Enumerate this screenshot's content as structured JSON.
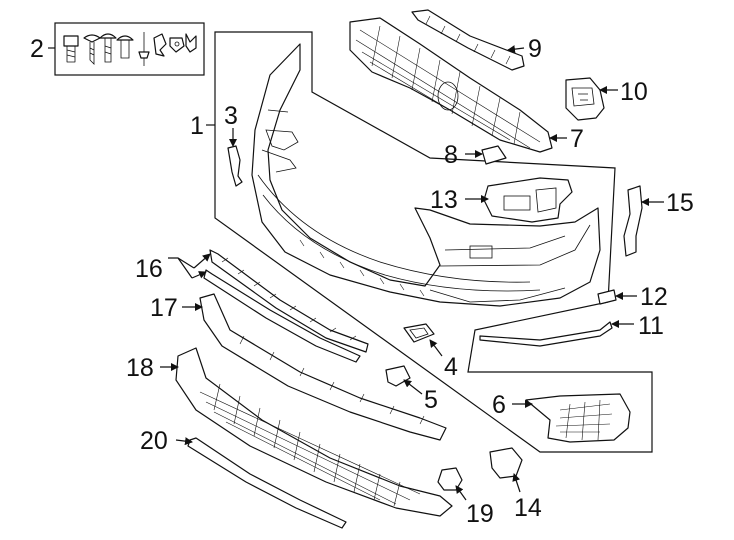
{
  "diagram": {
    "callouts": [
      {
        "id": "p1",
        "label": "1"
      },
      {
        "id": "p2",
        "label": "2"
      },
      {
        "id": "p3",
        "label": "3"
      },
      {
        "id": "p4",
        "label": "4"
      },
      {
        "id": "p5",
        "label": "5"
      },
      {
        "id": "p6",
        "label": "6"
      },
      {
        "id": "p7",
        "label": "7"
      },
      {
        "id": "p8",
        "label": "8"
      },
      {
        "id": "p9",
        "label": "9"
      },
      {
        "id": "p10",
        "label": "10"
      },
      {
        "id": "p11",
        "label": "11"
      },
      {
        "id": "p12",
        "label": "12"
      },
      {
        "id": "p13",
        "label": "13"
      },
      {
        "id": "p14",
        "label": "14"
      },
      {
        "id": "p15",
        "label": "15"
      },
      {
        "id": "p16",
        "label": "16"
      },
      {
        "id": "p17",
        "label": "17"
      },
      {
        "id": "p18",
        "label": "18"
      },
      {
        "id": "p19",
        "label": "19"
      },
      {
        "id": "p20",
        "label": "20"
      }
    ]
  }
}
